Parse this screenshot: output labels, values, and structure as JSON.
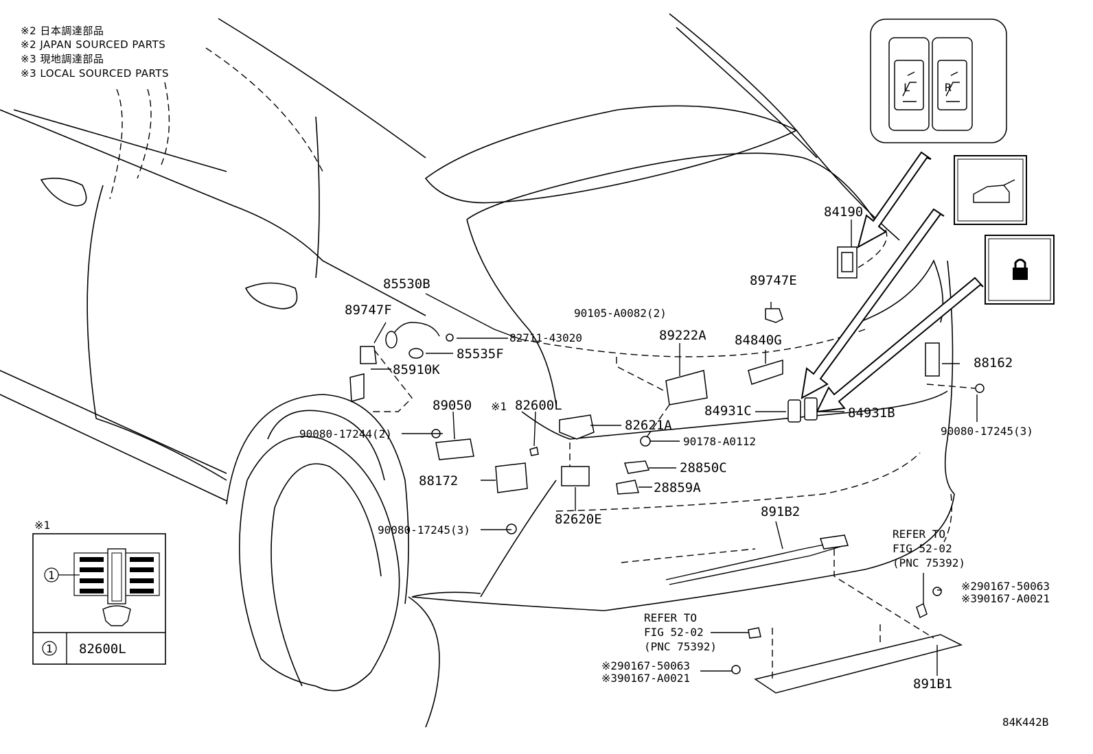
{
  "notes": [
    "※2 日本調達部品",
    "※2 JAPAN SOURCED PARTS",
    "※3 現地調達部品",
    "※3 LOCAL SOURCED PARTS"
  ],
  "callouts": {
    "p85530B": "85530B",
    "p89747F": "89747F",
    "p82711": "82711-43020",
    "p85535F": "85535F",
    "p85910K": "85910K",
    "p89050": "89050",
    "p82600L_mark": "※1",
    "p82600L": "82600L",
    "p90080_17244": "90080-17244(2)",
    "p88172": "88172",
    "p90080_17245a": "90080-17245(3)",
    "p90105": "90105-A0082(2)",
    "p89222A": "89222A",
    "p89747E": "89747E",
    "p84840G": "84840G",
    "p84190": "84190",
    "p88162": "88162",
    "p90080_17245b": "90080-17245(3)",
    "p82621A": "82621A",
    "p90178": "90178-A0112",
    "p28850C": "28850C",
    "p28859A": "28859A",
    "p82620E": "82620E",
    "p84931C": "84931C",
    "p84931B": "84931B",
    "p891B2": "891B2",
    "p891B1": "891B1",
    "refer1_l1": "REFER TO",
    "refer1_l2": "FIG 52-02",
    "refer1_l3": "(PNC 75392)",
    "refer2_l1": "REFER TO",
    "refer2_l2": "FIG 52-02",
    "refer2_l3": "(PNC 75392)",
    "bolt_a1": "※290167-50063",
    "bolt_a2": "※390167-A0021",
    "bolt_b1": "※290167-50063",
    "bolt_b2": "※390167-A0021"
  },
  "inset": {
    "title": "※1",
    "item_no": "1",
    "legend_no": "1",
    "legend_part": "82600L"
  },
  "switch_panel": {
    "left_mark": "L",
    "right_mark": "R"
  },
  "diagram_id": "84K442B"
}
